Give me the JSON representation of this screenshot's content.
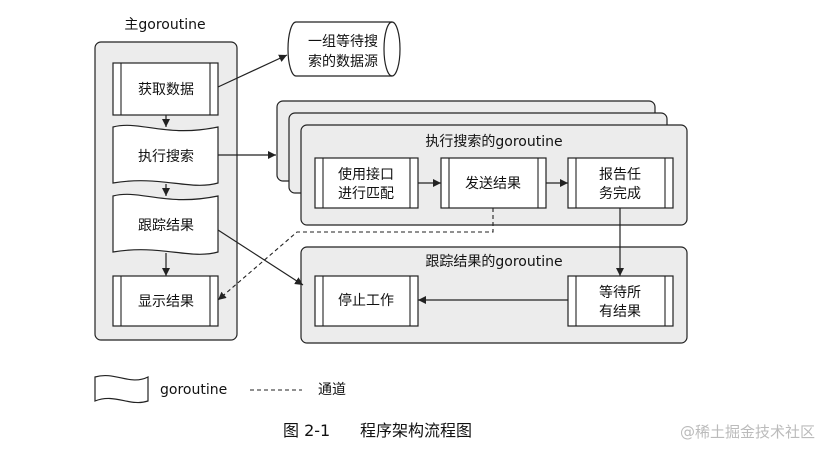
{
  "main_goroutine": {
    "title": "主goroutine",
    "steps": [
      "获取数据",
      "执行搜索",
      "跟踪结果",
      "显示结果"
    ]
  },
  "data_source": {
    "line1": "一组等待搜",
    "line2": "索的数据源"
  },
  "search_goroutine": {
    "title": "执行搜索的goroutine",
    "step1_line1": "使用接口",
    "step1_line2": "进行匹配",
    "step2": "发送结果",
    "step3_line1": "报告任",
    "step3_line2": "务完成"
  },
  "track_goroutine": {
    "title": "跟踪结果的goroutine",
    "stop": "停止工作",
    "wait_line1": "等待所",
    "wait_line2": "有结果"
  },
  "legend": {
    "goroutine": "goroutine",
    "channel": "通道"
  },
  "caption": {
    "figure": "图 2-1",
    "text": "程序架构流程图"
  },
  "watermark": "@稀土掘金技术社区"
}
